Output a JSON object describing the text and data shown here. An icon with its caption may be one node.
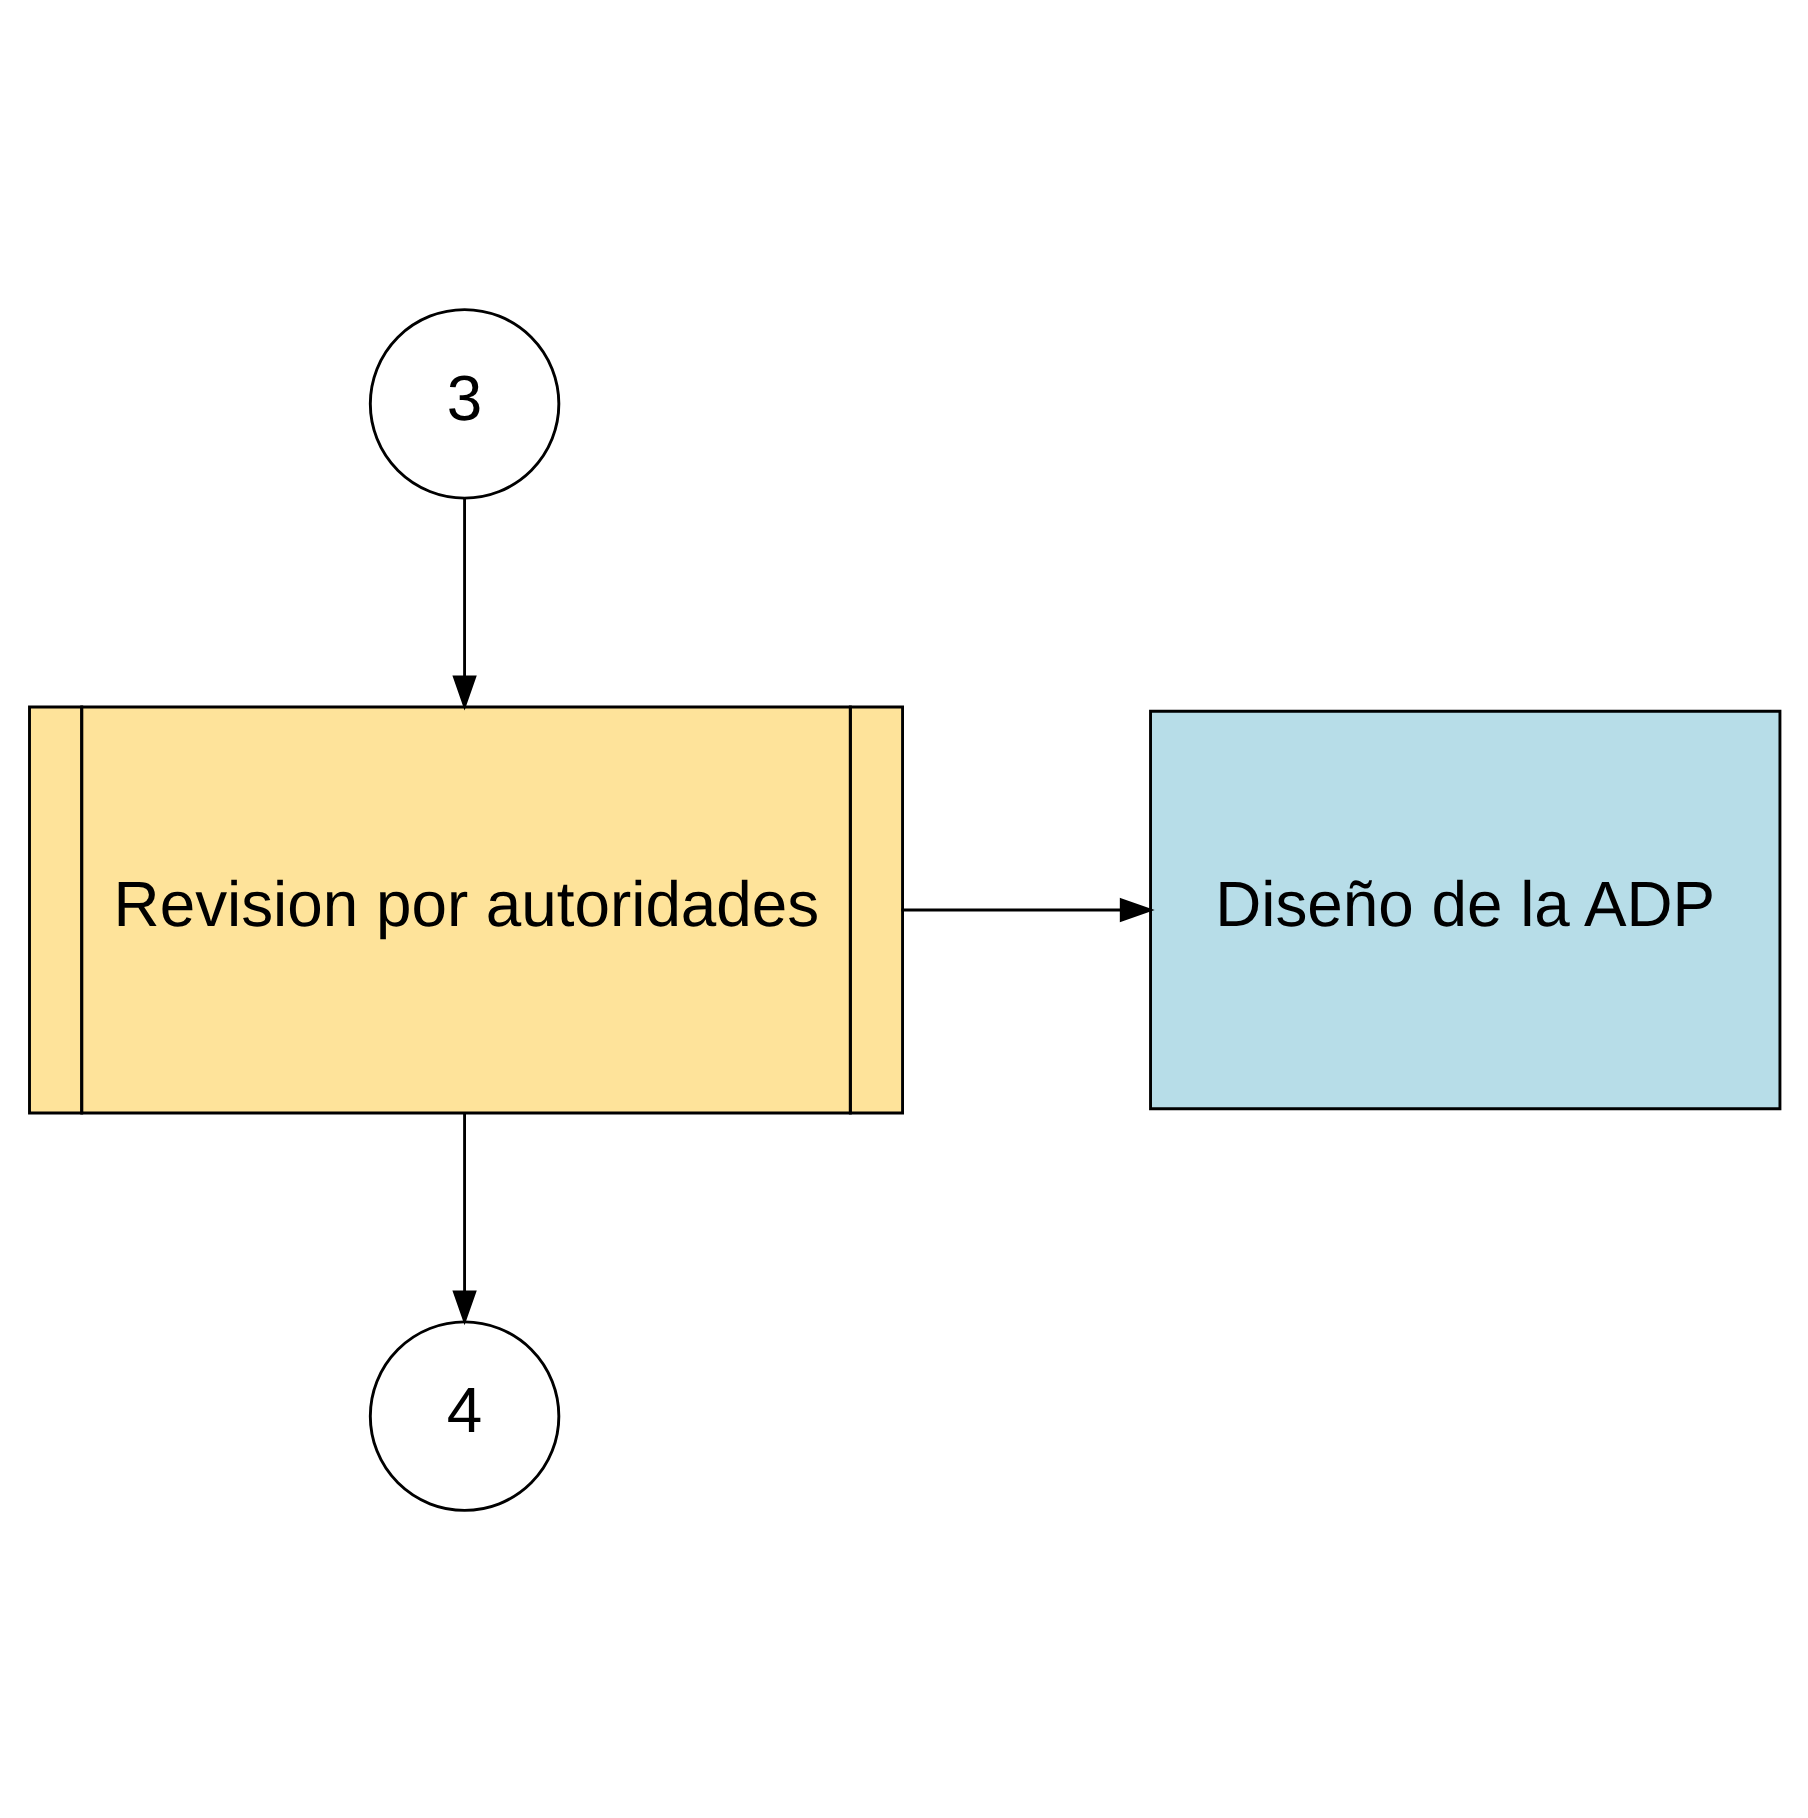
{
  "diagram": {
    "nodes": [
      {
        "text": [
          "3"
        ]
      },
      {
        "text": [
          "Revision por autoridades"
        ]
      },
      {
        "text": [
          "Diseño de la ADP"
        ]
      },
      {
        "text": [
          "4"
        ]
      }
    ],
    "edges": [
      {
        "from": 0,
        "to": 1,
        "arrow": "to"
      },
      {
        "from": 1,
        "to": 2,
        "arrow": "to"
      },
      {
        "from": 1,
        "to": 3,
        "arrow": "to"
      }
    ]
  }
}
